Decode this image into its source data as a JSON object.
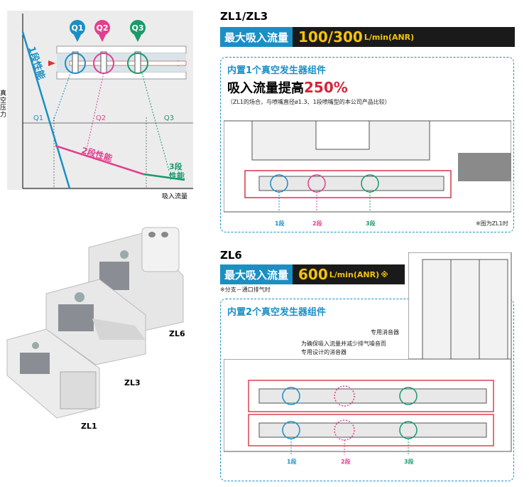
{
  "chart": {
    "ylabel": "真空压力",
    "xlabel": "吸入流量",
    "q1": "Q1",
    "q2": "Q2",
    "q3": "Q3",
    "stage1": "1段性能",
    "stage2": "2段性能",
    "stage3_line1": "3段",
    "stage3_line2": "性能",
    "badges": [
      "Q1",
      "Q2",
      "Q3"
    ]
  },
  "products": {
    "zl6": "ZL6",
    "zl3": "ZL3",
    "zl1": "ZL1"
  },
  "zl13": {
    "heading": "ZL1/ZL3",
    "flow_label": "最大吸入流量",
    "flow_value": "100/300",
    "flow_unit": "L/min(ANR)",
    "box_title": "内置1个真空发生器组件",
    "improve_text": "吸入流量提高",
    "improve_pct": "250%",
    "note": "（ZL1的场合，与喷嘴直径ø1.3、1段喷嘴型的本公司产品比较）",
    "stage1": "1段",
    "stage2": "2段",
    "stage3": "3段",
    "fig_note": "※图为ZL1时"
  },
  "zl6": {
    "heading": "ZL6",
    "flow_label": "最大吸入流量",
    "flow_value": "600",
    "flow_unit": "L/min(ANR)",
    "flow_mark": "※",
    "sub_note": "※分支－通口排气时",
    "box_title": "内置2个真空发生器组件",
    "muffler_label": "专用消音器",
    "muffler_desc_1": "为确保吸入流量并减少排气噪音而",
    "muffler_desc_2": "专用设计的消音器",
    "stage1": "1段",
    "stage2": "2段",
    "stage3": "3段"
  },
  "colors": {
    "blue": "#1a8fc4",
    "pink": "#e0408e",
    "green": "#1a9a6a",
    "gold": "#f4c20d"
  }
}
